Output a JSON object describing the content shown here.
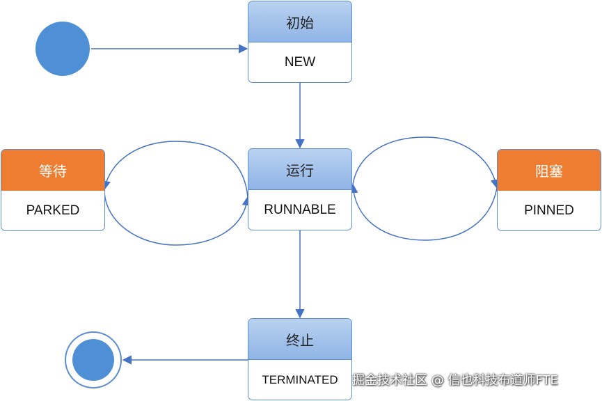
{
  "states": {
    "new": {
      "title": "初始",
      "name": "NEW"
    },
    "runnable": {
      "title": "运行",
      "name": "RUNNABLE"
    },
    "parked": {
      "title": "等待",
      "name": "PARKED"
    },
    "pinned": {
      "title": "阻塞",
      "name": "PINNED"
    },
    "terminated": {
      "title": "终止",
      "name": "TERMINATED"
    }
  },
  "watermark": "掘金技术社区 @ 信也科技布道师FTE",
  "colors": {
    "blue_line": "#4472c4",
    "start_dot": "#4f8fd6",
    "header_blue": "#9dbde9",
    "header_orange": "#ee7d31"
  }
}
